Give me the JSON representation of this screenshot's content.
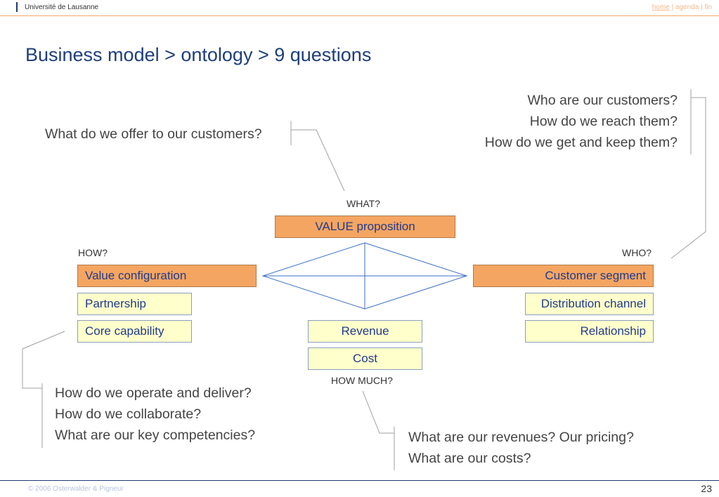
{
  "header": {
    "institution": "Université de Lausanne",
    "nav_home": "home",
    "nav_sep1": " | ",
    "nav_agenda": "agenda",
    "nav_sep2": " | ",
    "nav_fin": "fin"
  },
  "title": "Business model > ontology > 9 questions",
  "questions": {
    "what_offer": "What do we offer to our customers?",
    "customers": [
      "Who are our customers?",
      "How do we reach them?",
      "How do we get and keep them?"
    ],
    "how": [
      "How do we operate and deliver?",
      "How do we collaborate?",
      "What are our key competencies?"
    ],
    "how_much": [
      "What are our revenues? Our pricing?",
      "What are our costs?"
    ]
  },
  "labels": {
    "what": "WHAT?",
    "how": "HOW?",
    "who": "WHO?",
    "how_much": "HOW MUCH?"
  },
  "blocks": {
    "value_proposition": "VALUE proposition",
    "value_configuration": "Value configuration",
    "partnership": "Partnership",
    "core_capability": "Core capability",
    "customer_segment": "Customer segment",
    "distribution_channel": "Distribution channel",
    "relationship": "Relationship",
    "revenue": "Revenue",
    "cost": "Cost"
  },
  "colors": {
    "title": "#1e3f7a",
    "block_primary": "#f4a561",
    "block_secondary": "#ffffcc",
    "block_text": "#1f3b8f",
    "diamond": "#3a6fc4"
  },
  "footer": {
    "copyright": "© 2006  Osterwalder & Pigneur",
    "page": "23"
  }
}
